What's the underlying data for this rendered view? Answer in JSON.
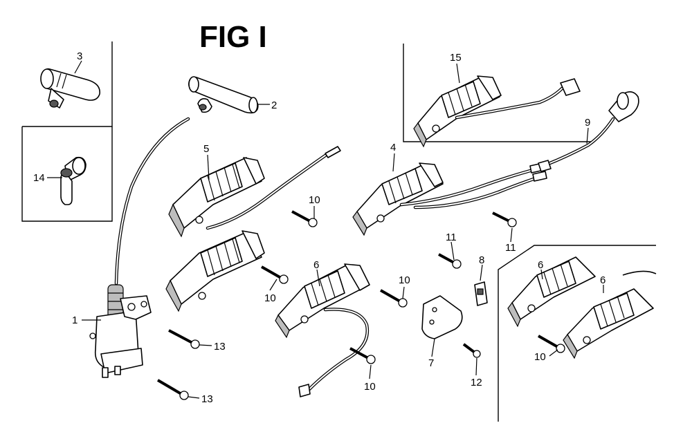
{
  "figure": {
    "title": "FIG I"
  },
  "callouts": [
    {
      "id": "c1",
      "text": "1"
    },
    {
      "id": "c2",
      "text": "2"
    },
    {
      "id": "c3",
      "text": "3"
    },
    {
      "id": "c4",
      "text": "4"
    },
    {
      "id": "c5",
      "text": "5"
    },
    {
      "id": "c6a",
      "text": "6"
    },
    {
      "id": "c6b",
      "text": "6"
    },
    {
      "id": "c6c",
      "text": "6"
    },
    {
      "id": "c7",
      "text": "7"
    },
    {
      "id": "c8",
      "text": "8"
    },
    {
      "id": "c9",
      "text": "9"
    },
    {
      "id": "c10a",
      "text": "10"
    },
    {
      "id": "c10b",
      "text": "10"
    },
    {
      "id": "c10c",
      "text": "10"
    },
    {
      "id": "c10d",
      "text": "10"
    },
    {
      "id": "c10e",
      "text": "10"
    },
    {
      "id": "c11a",
      "text": "11"
    },
    {
      "id": "c11b",
      "text": "11"
    },
    {
      "id": "c12",
      "text": "12"
    },
    {
      "id": "c13a",
      "text": "13"
    },
    {
      "id": "c13b",
      "text": "13"
    },
    {
      "id": "c14",
      "text": "14"
    },
    {
      "id": "c15",
      "text": "15"
    }
  ]
}
